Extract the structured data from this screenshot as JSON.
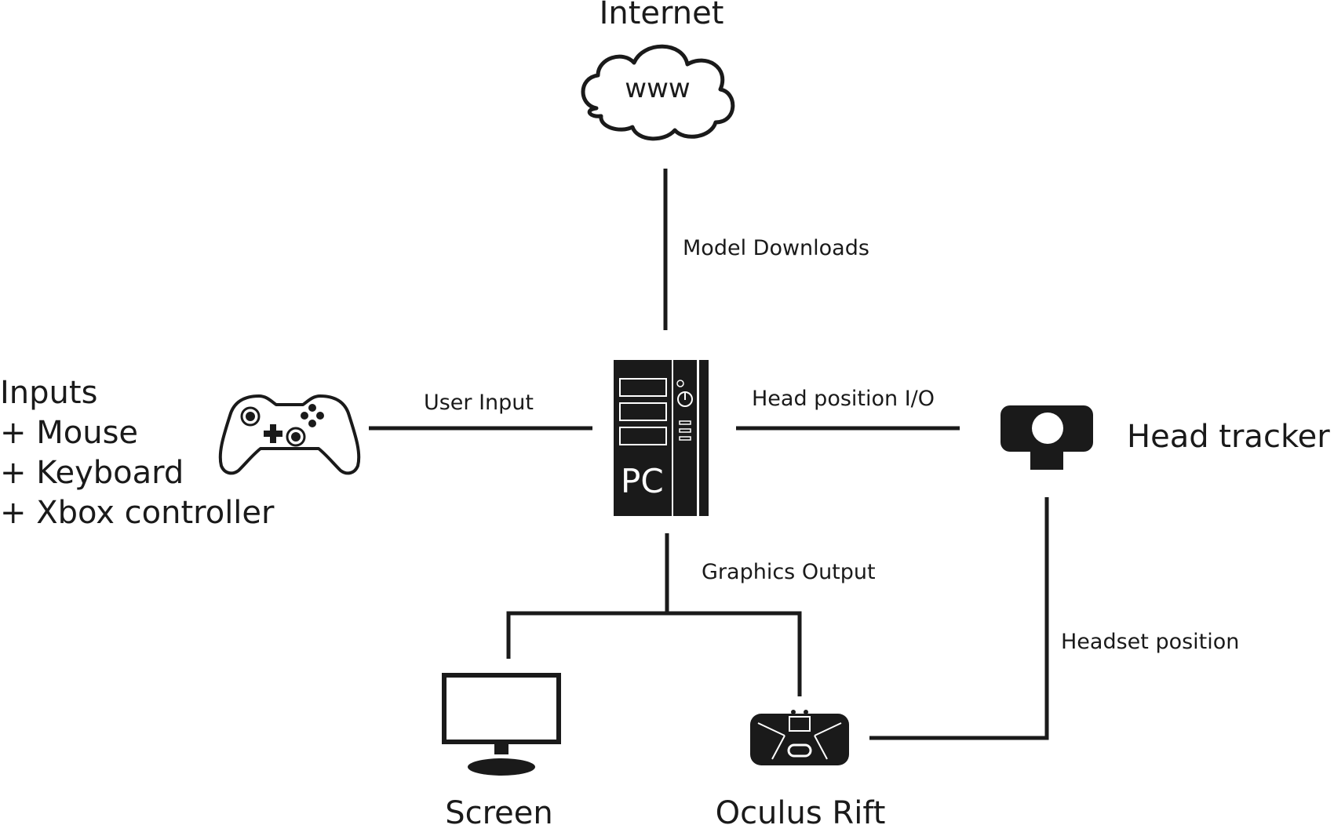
{
  "nodes": {
    "internet": {
      "title": "Internet",
      "cloud_text": "www",
      "icon": "cloud-icon"
    },
    "pc": {
      "label": "PC",
      "icon": "pc-tower-icon"
    },
    "inputs": {
      "title": "Inputs",
      "items": [
        "+ Mouse",
        "+ Keyboard",
        "+ Xbox controller"
      ],
      "icon": "gamepad-icon"
    },
    "head_tracker": {
      "title": "Head tracker",
      "icon": "webcam-icon"
    },
    "screen": {
      "title": "Screen",
      "icon": "monitor-icon"
    },
    "oculus": {
      "title": "Oculus Rift",
      "icon": "vr-headset-icon"
    }
  },
  "edges": {
    "internet_pc": "Model Downloads",
    "inputs_pc": "User Input",
    "pc_tracker": "Head position I/O",
    "pc_graphics": "Graphics Output",
    "tracker_oculus": "Headset position"
  },
  "colors": {
    "ink": "#1a1a1a",
    "background": "#ffffff"
  }
}
